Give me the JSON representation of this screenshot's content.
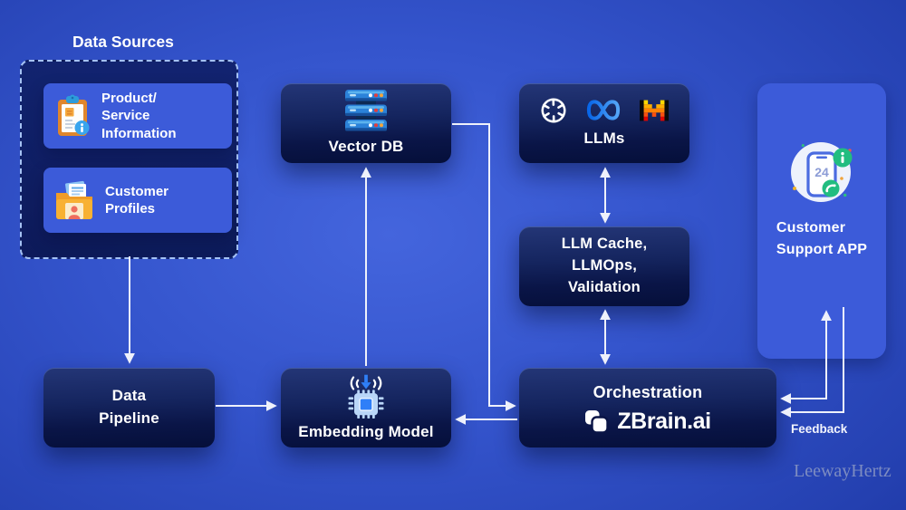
{
  "data_sources": {
    "title": "Data Sources",
    "cards": [
      {
        "icon": "clipboard-info-icon",
        "lines": [
          "Product/",
          "Service",
          "Information"
        ]
      },
      {
        "icon": "folder-profile-icon",
        "lines": [
          "Customer",
          "Profiles"
        ]
      }
    ]
  },
  "nodes": {
    "vector_db": {
      "label": "Vector DB",
      "icon": "server-stack-icon"
    },
    "llms": {
      "label": "LLMs",
      "logos": [
        "openai-logo",
        "meta-logo",
        "mistral-ai-logo"
      ]
    },
    "llm_cache": {
      "lines": [
        "LLM Cache,",
        "LLMOps,",
        "Validation"
      ]
    },
    "data_pipeline": {
      "lines": [
        "Data",
        "Pipeline"
      ]
    },
    "embedding_model": {
      "label": "Embedding Model",
      "icon": "chip-embedding-icon"
    },
    "orchestration": {
      "label": "Orchestration",
      "brand": "ZBrain.ai",
      "icon": "zbrain-logo-icon"
    },
    "customer_support_app": {
      "lines": [
        "Customer",
        "Support APP"
      ],
      "icon": "support-phone-icon",
      "phone_screen_text": "24"
    }
  },
  "labels": {
    "feedback": "Feedback",
    "watermark": "LeewayHertz"
  },
  "connections": [
    {
      "from": "data-sources",
      "to": "data-pipeline",
      "direction": "one-way"
    },
    {
      "from": "data-pipeline",
      "to": "embedding-model",
      "direction": "one-way"
    },
    {
      "from": "embedding-model",
      "to": "vector-db",
      "direction": "one-way"
    },
    {
      "from": "vector-db",
      "to": "orchestration",
      "direction": "one-way"
    },
    {
      "from": "orchestration",
      "to": "embedding-model",
      "direction": "one-way"
    },
    {
      "from": "llms",
      "to": "llm-cache",
      "direction": "two-way"
    },
    {
      "from": "llm-cache",
      "to": "orchestration",
      "direction": "two-way"
    },
    {
      "from": "orchestration",
      "to": "customer-support-app",
      "direction": "two-way"
    },
    {
      "from": "customer-support-app",
      "to": "orchestration",
      "direction": "one-way",
      "label": "Feedback"
    }
  ],
  "colors": {
    "background_center": "#4465dd",
    "background_edge": "#0d1f7e",
    "node_dark_top": "#243677",
    "node_dark_bottom": "#050f3a",
    "node_light_blue": "#3c5bd9",
    "connector": "#eef1fb",
    "dashed_border": "#a5c2f3",
    "accent_orange": "#f5a93c",
    "accent_green": "#22bd80",
    "meta_blue": "#0866e8",
    "mistral_orange": "#ff8205"
  }
}
